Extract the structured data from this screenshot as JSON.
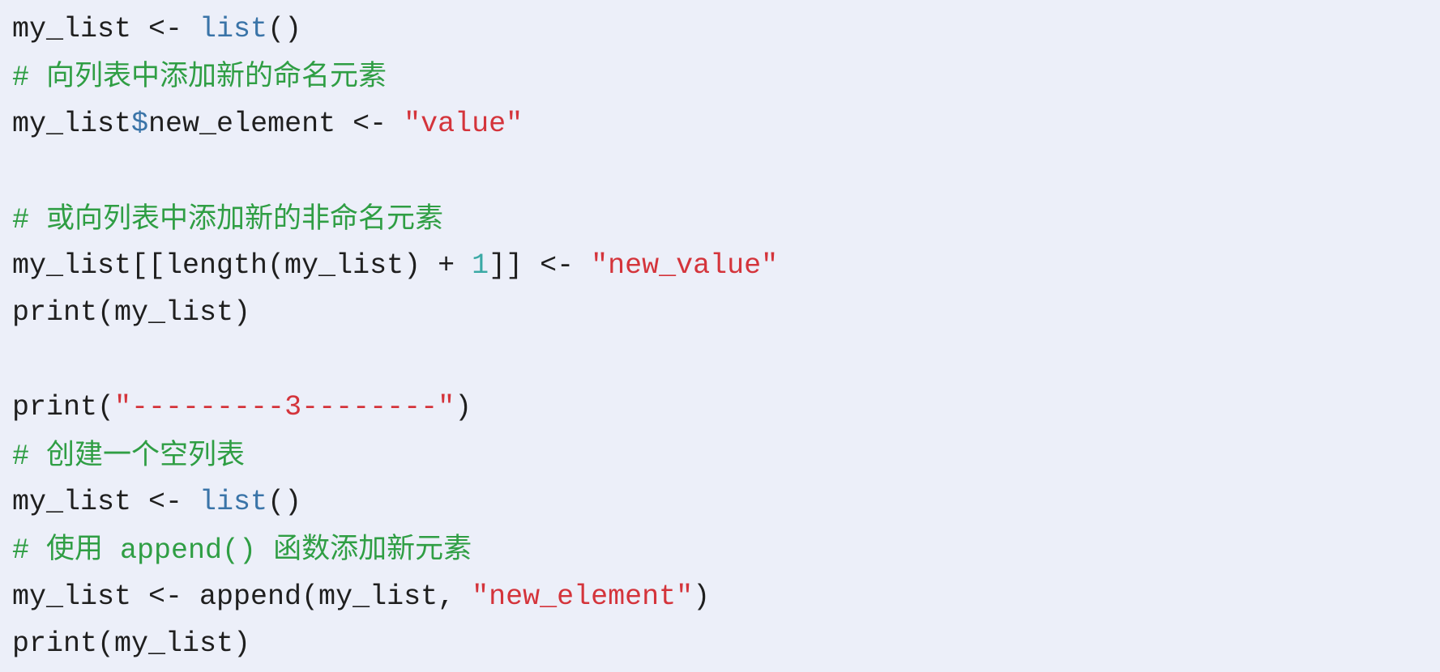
{
  "colors": {
    "background": "#eceff9",
    "plain": "#1f1f1f",
    "keyword": "#3a74a8",
    "string": "#d4343b",
    "number": "#3aa9a5",
    "comment": "#2f9e44"
  },
  "code": {
    "lines": [
      [
        {
          "t": "my_list <- ",
          "c": "plain"
        },
        {
          "t": "list",
          "c": "kw"
        },
        {
          "t": "()",
          "c": "plain"
        }
      ],
      [
        {
          "t": "# ",
          "c": "cmt"
        },
        {
          "t": "向列表中添加新的命名元素",
          "c": "cmt zh"
        }
      ],
      [
        {
          "t": "my_list",
          "c": "plain"
        },
        {
          "t": "$",
          "c": "kw"
        },
        {
          "t": "new_element <- ",
          "c": "plain"
        },
        {
          "t": "\"value\"",
          "c": "str"
        }
      ],
      [],
      [
        {
          "t": "# ",
          "c": "cmt"
        },
        {
          "t": "或向列表中添加新的非命名元素",
          "c": "cmt zh"
        }
      ],
      [
        {
          "t": "my_list[[length(my_list) + ",
          "c": "plain"
        },
        {
          "t": "1",
          "c": "num"
        },
        {
          "t": "]] <- ",
          "c": "plain"
        },
        {
          "t": "\"new_value\"",
          "c": "str"
        }
      ],
      [
        {
          "t": "print(my_list)",
          "c": "plain"
        }
      ],
      [],
      [
        {
          "t": "print(",
          "c": "plain"
        },
        {
          "t": "\"---------3--------\"",
          "c": "str"
        },
        {
          "t": ")",
          "c": "plain"
        }
      ],
      [
        {
          "t": "# ",
          "c": "cmt"
        },
        {
          "t": "创建一个空列表",
          "c": "cmt zh"
        }
      ],
      [
        {
          "t": "my_list <- ",
          "c": "plain"
        },
        {
          "t": "list",
          "c": "kw"
        },
        {
          "t": "()",
          "c": "plain"
        }
      ],
      [
        {
          "t": "# ",
          "c": "cmt"
        },
        {
          "t": "使用",
          "c": "cmt zh"
        },
        {
          "t": " append() ",
          "c": "cmt"
        },
        {
          "t": "函数添加新元素",
          "c": "cmt zh"
        }
      ],
      [
        {
          "t": "my_list <- append(my_list, ",
          "c": "plain"
        },
        {
          "t": "\"new_element\"",
          "c": "str"
        },
        {
          "t": ")",
          "c": "plain"
        }
      ],
      [
        {
          "t": "print(my_list)",
          "c": "plain"
        }
      ]
    ]
  }
}
